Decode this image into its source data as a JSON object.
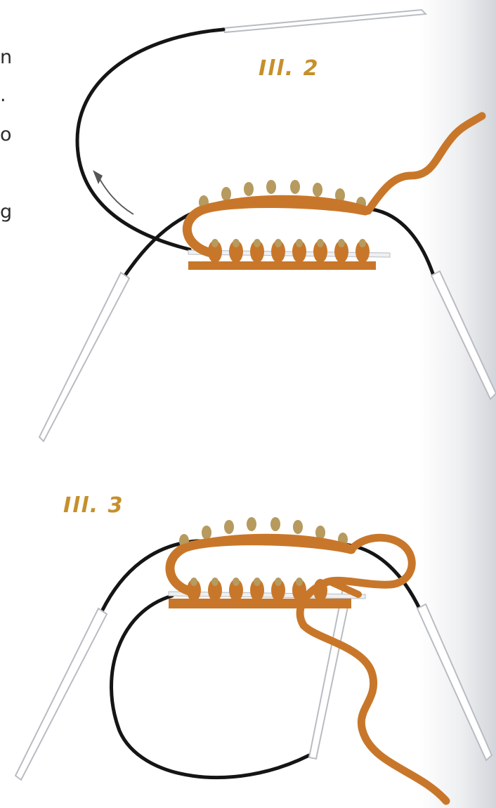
{
  "edge_text": [
    "n",
    ".",
    "o",
    "g"
  ],
  "figures": [
    {
      "label": "Ill. 2"
    },
    {
      "label": "Ill. 3"
    }
  ],
  "colors": {
    "yarn": "#c8772a",
    "yarn_dark": "#a85f1c",
    "stitch_knot": "#b69a5e",
    "cable": "#151515",
    "needle": "#bfc3c8",
    "label": "#c6902a"
  }
}
